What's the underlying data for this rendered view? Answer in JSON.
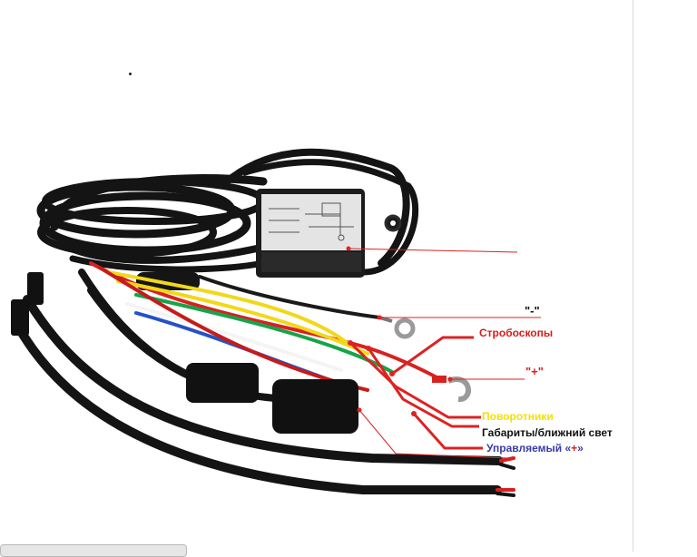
{
  "labels": {
    "minus": "\"-\"",
    "strobe": "Стробоскопы",
    "plus": "\"+\"",
    "turn_signals": "Поворотники",
    "parking_low_beam": "Габариты/ближний свет",
    "controlled_prefix": "Управляемый «",
    "controlled_plus": "+",
    "controlled_suffix": "»"
  },
  "colors": {
    "strobe": "#d81c1c",
    "plus": "#d81c1c",
    "turn_signals": "#f2e200",
    "parking_low_beam": "#111111",
    "controlled": "#3a3aa8"
  }
}
